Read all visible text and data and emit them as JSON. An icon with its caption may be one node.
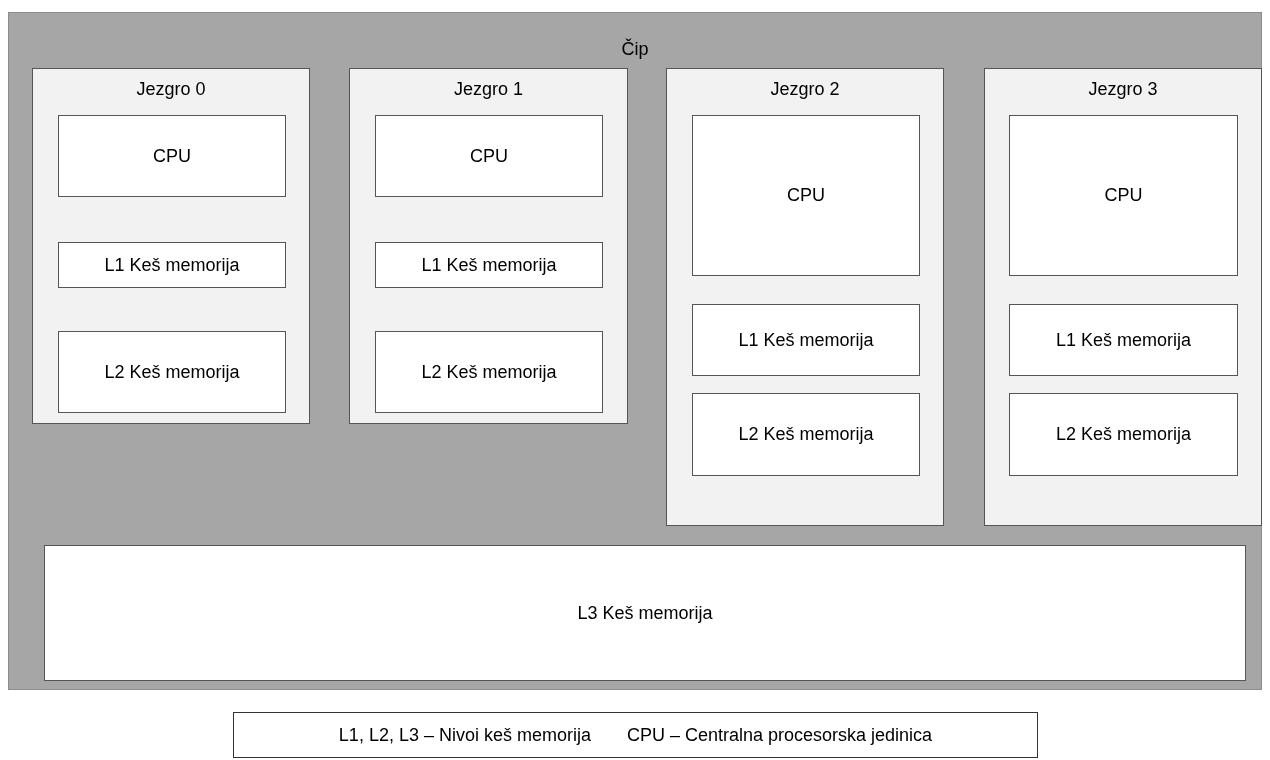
{
  "diagram": {
    "nodes": [
      {
        "text": [
          "Čip"
        ]
      },
      {
        "text": [
          "Jezgro 0"
        ],
        "in": 0
      },
      {
        "text": [
          "CPU"
        ],
        "in": 1
      },
      {
        "text": [
          "L1 Keš memorija"
        ],
        "in": 1
      },
      {
        "text": [
          "L2 Keš memorija"
        ],
        "in": 1
      },
      {
        "text": [
          "Jezgro 1"
        ],
        "in": 0
      },
      {
        "text": [
          "CPU"
        ],
        "in": 5
      },
      {
        "text": [
          "L1 Keš memorija"
        ],
        "in": 5
      },
      {
        "text": [
          "L2 Keš memorija"
        ],
        "in": 5
      },
      {
        "text": [
          "Jezgro 2"
        ],
        "in": 0
      },
      {
        "text": [
          "CPU"
        ],
        "in": 9
      },
      {
        "text": [
          "L1 Keš memorija"
        ],
        "in": 9
      },
      {
        "text": [
          "L2 Keš memorija"
        ],
        "in": 9
      },
      {
        "text": [
          "Jezgro 3"
        ],
        "in": 0
      },
      {
        "text": [
          "CPU"
        ],
        "in": 13
      },
      {
        "text": [
          "L1 Keš memorija"
        ],
        "in": 13
      },
      {
        "text": [
          "L2 Keš memorija"
        ],
        "in": 13
      },
      {
        "text": [
          "L3 Keš memorija"
        ],
        "in": 0
      },
      {
        "text": [
          "L1, L2, L3 – Nivoi keš memorija",
          "CPU – Centralna procesorska jedinica"
        ]
      }
    ]
  }
}
